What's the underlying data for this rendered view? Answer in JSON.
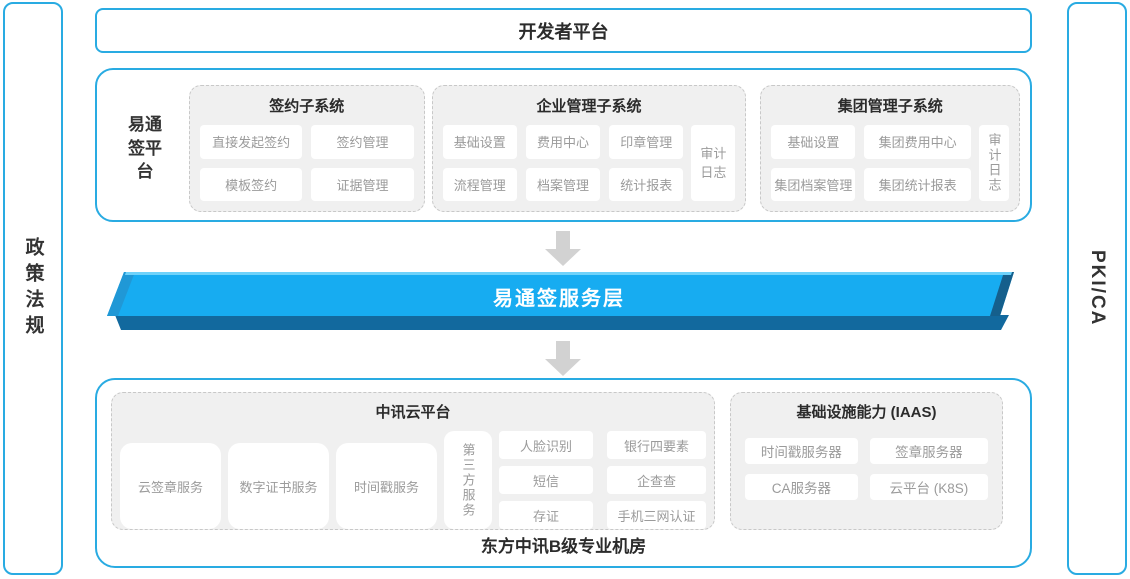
{
  "colors": {
    "border_blue": "#29abe2",
    "ribbon_blue": "#17acf1",
    "ribbon_shadow": "#12699e",
    "group_bg": "#f0f0f0",
    "chip_text": "#9b9b9b",
    "arrow_gray": "#d2d2d2",
    "title_text": "#2b2b2b"
  },
  "left_bar": {
    "label": "政策法规"
  },
  "right_bar": {
    "label": "PKI/CA"
  },
  "top_banner": {
    "label": "开发者平台"
  },
  "platform": {
    "label": "易通签平台",
    "groups": [
      {
        "title": "签约子系统",
        "rows": [
          [
            "直接发起签约",
            "签约管理"
          ],
          [
            "模板签约",
            "证据管理"
          ]
        ]
      },
      {
        "title": "企业管理子系统",
        "rows": [
          [
            "基础设置",
            "费用中心",
            "印章管理"
          ],
          [
            "流程管理",
            "档案管理",
            "统计报表"
          ]
        ],
        "side": "审计日志"
      },
      {
        "title": "集团管理子系统",
        "rows": [
          [
            "基础设置",
            "集团费用中心"
          ],
          [
            "集团档案管理",
            "集团统计报表"
          ]
        ],
        "side": "审计日志"
      }
    ]
  },
  "service_layer": {
    "label": "易通签服务层"
  },
  "datacenter": {
    "caption": "东方中讯B级专业机房",
    "cloud": {
      "title": "中讯云平台",
      "tall_chips": [
        "云签章服务",
        "数字证书服务",
        "时间戳服务"
      ],
      "vertical_chip": "第三方服务",
      "grid": [
        [
          "人脸识别",
          "银行四要素"
        ],
        [
          "短信",
          "企查查"
        ],
        [
          "存证",
          "手机三网认证"
        ]
      ]
    },
    "iaas": {
      "title": "基础设施能力 (IAAS)",
      "rows": [
        [
          "时间戳服务器",
          "签章服务器"
        ],
        [
          "CA服务器",
          "云平台 (K8S)"
        ]
      ]
    }
  }
}
